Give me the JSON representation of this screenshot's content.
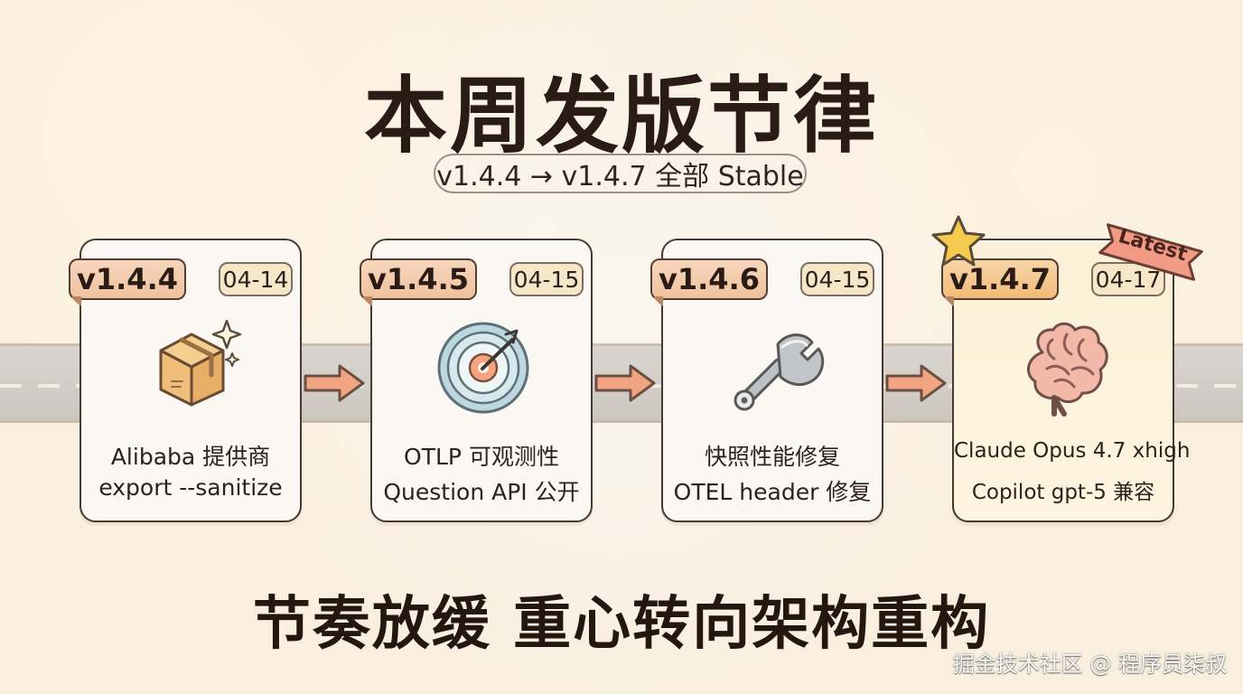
{
  "title": "本周发版节律",
  "subtitle": "v1.4.4 → v1.4.7 全部 Stable",
  "cards": [
    {
      "version": "v1.4.4",
      "date": "04-14",
      "icon": "package-icon",
      "line1": "Alibaba 提供商",
      "line2": "export --sanitize"
    },
    {
      "version": "v1.4.5",
      "date": "04-15",
      "icon": "target-icon",
      "line1": "OTLP 可观测性",
      "line2": "Question API 公开"
    },
    {
      "version": "v1.4.6",
      "date": "04-15",
      "icon": "wrench-icon",
      "line1": "快照性能修复",
      "line2": "OTEL header 修复"
    },
    {
      "version": "v1.4.7",
      "date": "04-17",
      "icon": "brain-icon",
      "line1": "Claude Opus 4.7 xhigh",
      "line2": "Copilot gpt-5 兼容"
    }
  ],
  "latest_label": "Latest",
  "footer": "节奏放缓 重心转向架构重构",
  "watermark": "掘金技术社区 @ 程序员柒叔",
  "colors": {
    "background": "#f8efdf",
    "tag": "#efc29e",
    "date_tag": "#f5e7c7",
    "arrow": "#f2a583",
    "latest_card": "#fff4df"
  }
}
